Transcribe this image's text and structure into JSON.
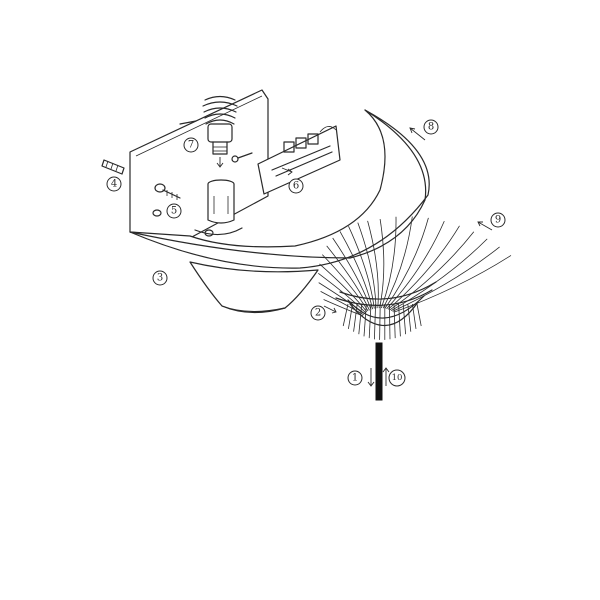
{
  "callouts": {
    "c1": "1",
    "c2": "2",
    "c3": "3",
    "c4": "4",
    "c5": "5",
    "c6": "6",
    "c7": "7",
    "c8": "8",
    "c9": "9",
    "c10": "10"
  },
  "colors": {
    "line": "#2a2a2a",
    "background": "#ffffff",
    "rod": "#111111"
  },
  "parts": [
    "wall-bracket-plate",
    "compact-fluorescent-bulb",
    "lamp-socket",
    "terminal-block",
    "wall-anchor",
    "mounting-screw",
    "shade-dish",
    "reed-fan-ornament",
    "fixing-rod"
  ]
}
